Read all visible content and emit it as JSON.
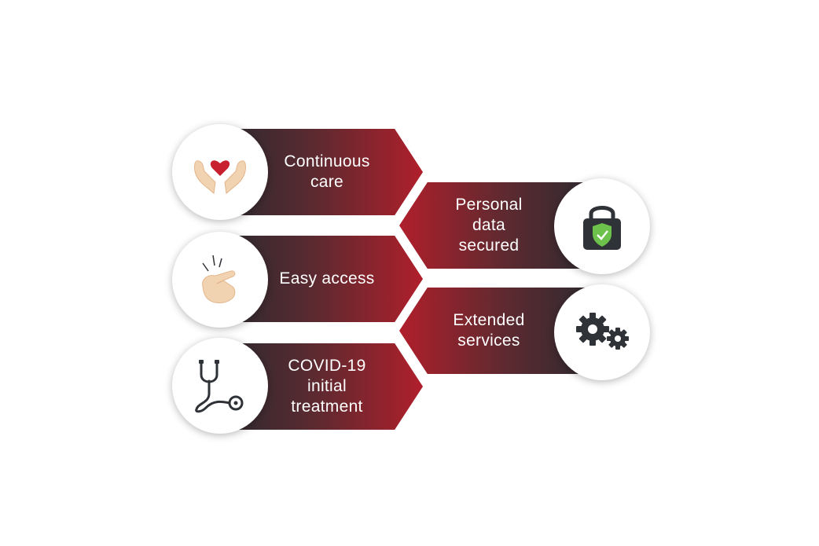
{
  "items": [
    {
      "label": "Continuous\ncare",
      "icon": "hands-heart-icon"
    },
    {
      "label": "Personal\ndata secured",
      "icon": "lock-shield-icon"
    },
    {
      "label": "Easy access",
      "icon": "finger-snap-icon"
    },
    {
      "label": "Extended\nservices",
      "icon": "gears-icon"
    },
    {
      "label": "COVID-19 initial\ntreatment",
      "icon": "stethoscope-icon"
    }
  ],
  "colors": {
    "accent_red": "#b01f2b",
    "dark": "#2b2b31",
    "heart": "#c8202e",
    "skin": "#f2d3b1",
    "shield_green": "#6cc24a",
    "icon_dark": "#2f3237"
  }
}
